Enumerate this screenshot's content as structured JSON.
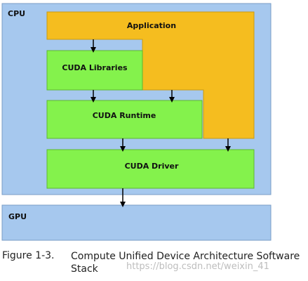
{
  "diagram": {
    "cpu_label": "CPU",
    "gpu_label": "GPU",
    "layers": {
      "application": "Application",
      "libraries": "CUDA Libraries",
      "runtime": "CUDA Runtime",
      "driver": "CUDA Driver"
    },
    "colors": {
      "processor_blue": "#a6c8ee",
      "application_orange": "#f5bd1f",
      "cuda_green": "#84f24c"
    }
  },
  "caption": {
    "figure_number": "Figure 1-3.",
    "title": "Compute Unified Device Architecture Software Stack",
    "watermark": "https://blog.csdn.net/weixin_41"
  }
}
